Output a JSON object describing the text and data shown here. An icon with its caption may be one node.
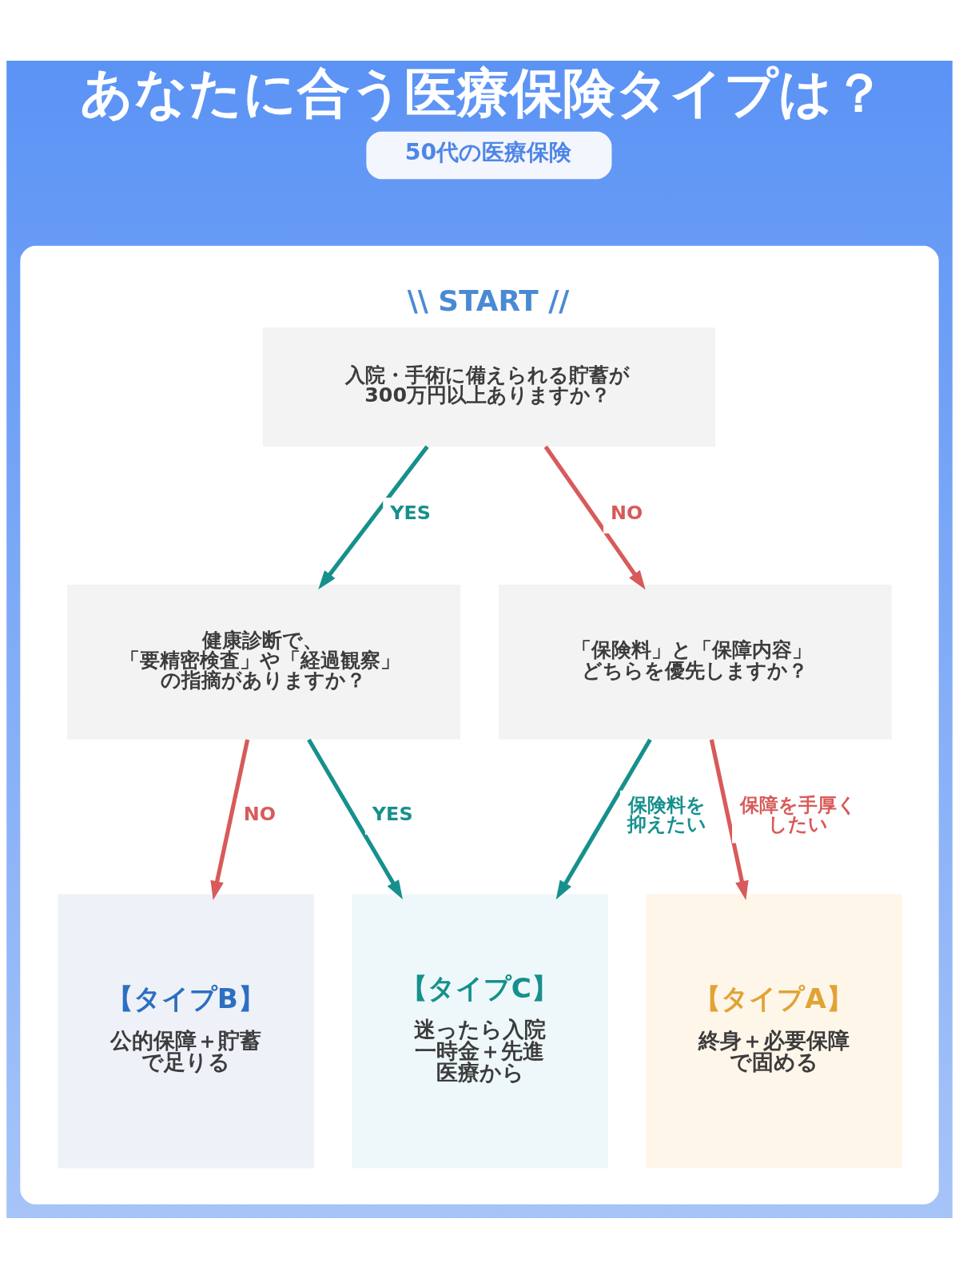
{
  "diagram": {
    "title": "あなたに合う医療保険タイプは？",
    "nodes": [
      {
        "text": [
          "50代の医療保険"
        ]
      },
      {
        "text": [],
        "shape": "box"
      },
      {
        "text": [
          "入院・手術に備えられる貯蓄が300万円以上ありますか？"
        ],
        "beside": [
          "\\\\ START //"
        ],
        "in": 1
      },
      {
        "text": [
          "健康診断で、「要精密検査」や「経過観察」の指摘がありますか？"
        ],
        "in": 1
      },
      {
        "text": [
          "「保険料」と「保障内容」どちらを優先しますか？"
        ],
        "in": 1
      },
      {
        "text": [
          "【タイプB】",
          "公的保障＋貯蓄で足りる"
        ],
        "in": 1
      },
      {
        "text": [
          "【タイプC】",
          "迷ったら入院一時金＋先進医療から"
        ],
        "in": 1
      },
      {
        "text": [
          "【タイプA】",
          "終身＋必要保障で固める"
        ],
        "in": 1
      }
    ],
    "edges": [
      {
        "from": 2,
        "to": 3,
        "arrow": "to",
        "label": "YES",
        "color": "#16908c"
      },
      {
        "from": 2,
        "to": 4,
        "arrow": "to",
        "label": "NO",
        "color": "#d85a5a"
      },
      {
        "from": 3,
        "to": 5,
        "arrow": "to",
        "label": "NO",
        "color": "#d85a5a"
      },
      {
        "from": 3,
        "to": 6,
        "arrow": "to",
        "label": "YES",
        "color": "#16908c"
      },
      {
        "from": 4,
        "to": 6,
        "arrow": "to",
        "label": "保険料を抑えたい",
        "color": "#16908c"
      },
      {
        "from": 4,
        "to": 7,
        "arrow": "to",
        "label": "保障を手厚くしたい",
        "color": "#d85a5a"
      }
    ]
  }
}
